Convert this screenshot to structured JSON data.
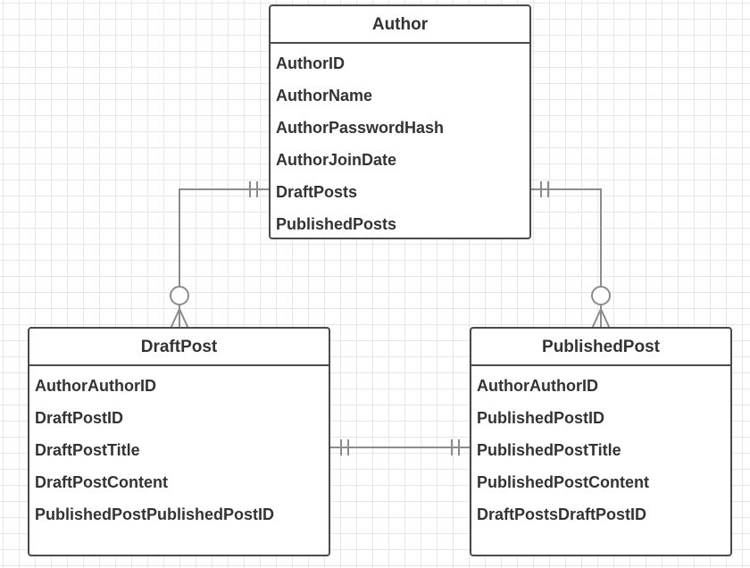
{
  "colors": {
    "background": "#ffffff",
    "grid": "#e7e7e7",
    "border": "#4a4a4a",
    "connector": "#8c8c8c",
    "text": "#333333"
  },
  "entities": {
    "author": {
      "title": "Author",
      "fields": [
        "AuthorID",
        "AuthorName",
        "AuthorPasswordHash",
        "AuthorJoinDate",
        "DraftPosts",
        "PublishedPosts"
      ]
    },
    "draft_post": {
      "title": "DraftPost",
      "fields": [
        "AuthorAuthorID",
        "DraftPostID",
        "DraftPostTitle",
        "DraftPostContent",
        "PublishedPostPublishedPostID"
      ]
    },
    "published_post": {
      "title": "PublishedPost",
      "fields": [
        "AuthorAuthorID",
        "PublishedPostID",
        "PublishedPostTitle",
        "PublishedPostContent",
        "DraftPostsDraftPostID"
      ]
    }
  },
  "relationships": [
    {
      "from": "author",
      "from_cardinality": "exactly-one",
      "to": "draft_post",
      "to_cardinality": "zero-or-many"
    },
    {
      "from": "author",
      "from_cardinality": "exactly-one",
      "to": "published_post",
      "to_cardinality": "zero-or-many"
    },
    {
      "from": "draft_post",
      "from_cardinality": "exactly-one",
      "to": "published_post",
      "to_cardinality": "exactly-one"
    }
  ]
}
